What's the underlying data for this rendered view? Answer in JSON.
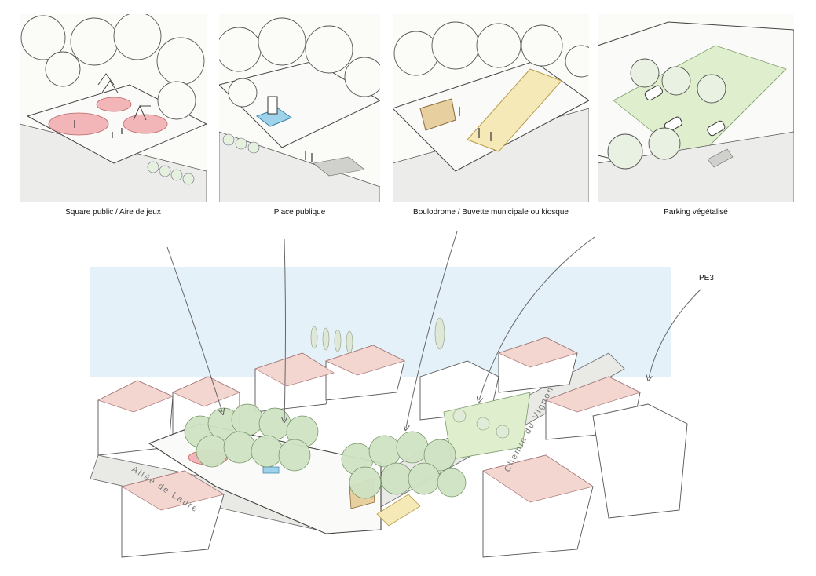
{
  "captions": {
    "square": "Square public / Aire de jeux",
    "place": "Place publique",
    "boulodrome": "Boulodrome / Buvette municipale ou kiosque",
    "parking": "Parking végétalisé"
  },
  "streets": {
    "allee": "Allée de Laure",
    "chemin": "Chemin du Vignon"
  },
  "annotations": {
    "pe3": "PE3"
  },
  "colors": {
    "play_area": "#f2b6b8",
    "fountain": "#9fd3ec",
    "boulodrome": "#f6e9b8",
    "kiosk": "#e8cfa0",
    "tree_green": "#cfe3c4",
    "grass": "#dfeecd",
    "roof": "#f3d6cf",
    "sky_wash": "#dcecf6",
    "road": "#e9e9e6"
  }
}
